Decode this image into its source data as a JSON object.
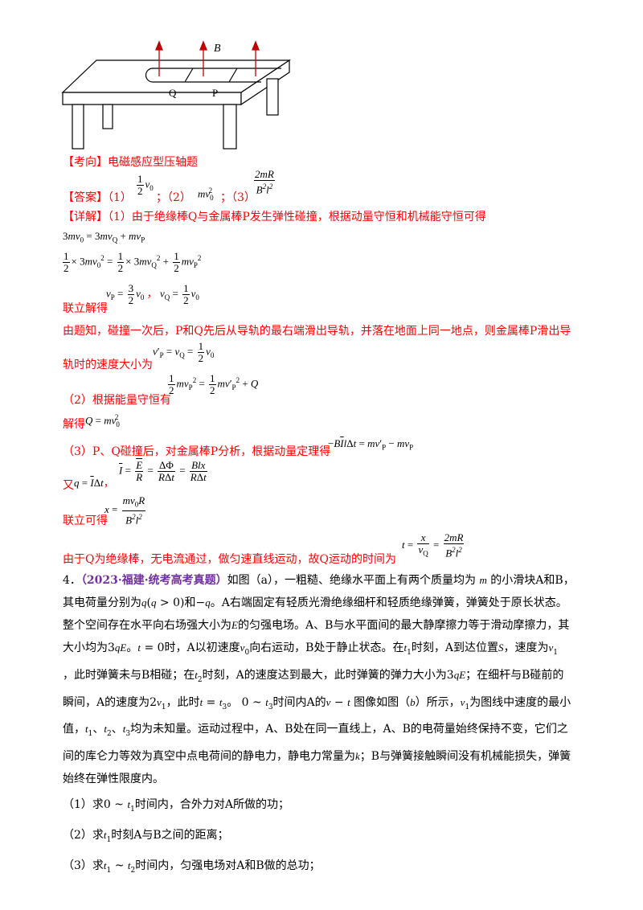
{
  "figure": {
    "label_B": "B",
    "label_Q": "Q",
    "label_P": "P"
  },
  "kaoxiang": "【考向】电磁感应型压轴题",
  "answer": {
    "prefix": "【答案】（1）",
    "sep2": "；（2）",
    "sep3": "；（3）"
  },
  "detail": {
    "line1": "【详解】（1）由于绝缘棒Q与金属棒P发生弹性碰撞，根据动量守恒和机械能守恒可得"
  },
  "solve1": "联立解得",
  "text_topic": "由题知，碰撞一次后，P和Q先后从导轨的最右端滑出导轨，并落在地面上同一地点，则金属棒P滑出导",
  "text_speed": "轨时的速度大小为",
  "part2": "（2）根据能量守恒有",
  "solve2": "解得",
  "part3": "（3）P、Q碰撞后，对金属棒P分析，根据动量定理得",
  "also": "又",
  "solve3": "联立可得",
  "q_line": "由于Q为绝缘棒，无电流通过，做匀速直线运动，故Q运动的时间为",
  "problem4": {
    "number": "4．",
    "source": "（2023·福建·统考高考真题）",
    "text_a": "如图（a），一粗糙、绝缘水平面上有两个质量均为",
    "text_b": "的小滑块A和B，",
    "text_c": "其电荷量分别为",
    "text_d": "和",
    "text_e": "。A右端固定有轻质光滑绝缘细杆和轻质绝缘弹簧，弹簧处于原长状态。",
    "text_f": "整个空间存在水平向右场强大小为",
    "text_g": "的匀强电场。A、B与水平面间的最大静摩擦力等于滑动摩擦力，其",
    "text_h": "大小均为",
    "text_i": "时，A以初速度",
    "text_j": "向右运动，B处于静止状态。在",
    "text_k": "时刻，A到达位置",
    "text_l": "，速度为",
    "text_m": "，此时弹簧未与B相碰；在",
    "text_n": "时刻，A的速度达到最大，此时弹簧的弹力大小为",
    "text_o": "；在细杆与B碰前的",
    "text_p": "瞬间，A的速度为",
    "text_q": "，此时",
    "text_r": "时间内A的",
    "text_s": "图像如图（",
    "text_t": "）所示，",
    "text_u": "为图线中速度的最小",
    "text_v": "值，",
    "text_w": "、",
    "text_x": "均为未知量。运动过程中，A、B处在同一直线上，A、B的电荷量始终保持不变，它们之",
    "text_y": "间的库仑力等效为真空中点电荷间的静电力，静电力常量为",
    "text_z": "；B与弹簧接触瞬间没有机械能损失，弹簧",
    "text_end": "始终在弹性限度内。",
    "q1_pre": "（1）求",
    "q1_post": "时间内，合外力对A所做的功；",
    "q2_pre": "（2）求",
    "q2_post": "时刻A与B之间的距离；",
    "q3_pre": "（3）求",
    "q3_post": "时间内，匀强电场对A和B做的总功；"
  },
  "colors": {
    "red": "#ff0000",
    "purple": "#7030a0",
    "arrow": "#c00000"
  }
}
